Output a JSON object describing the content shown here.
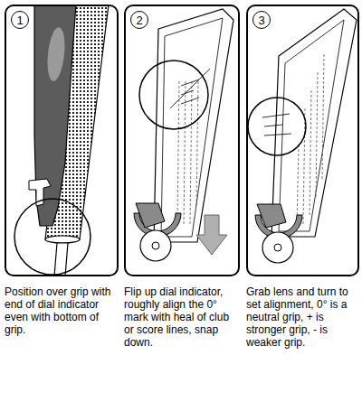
{
  "diagram": {
    "nodes": [
      {
        "text": [
          "Position over grip with end of dial indicator even with bottom of grip."
        ]
      },
      {
        "text": [
          "1"
        ],
        "in": 0
      },
      {
        "text": [
          "Flip up dial indicator, roughly align the 0° mark with heal of club or score lines, snap down."
        ]
      },
      {
        "text": [
          "2"
        ],
        "in": 2
      },
      {
        "text": [
          "Grab lens and turn to set alignment, 0° is a neutral grip, + is stronger grip, - is weaker grip."
        ]
      },
      {
        "text": [
          "3"
        ],
        "in": 4
      }
    ]
  }
}
